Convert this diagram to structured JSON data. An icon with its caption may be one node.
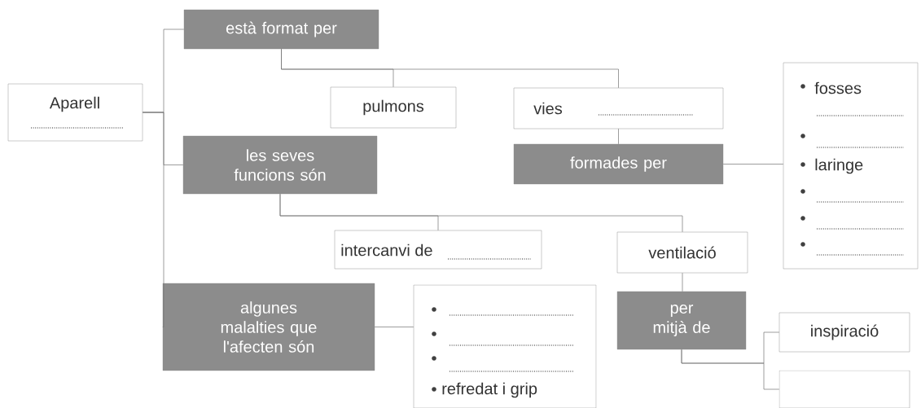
{
  "diagram": {
    "nodes": [
      {
        "text": [
          "Aparell"
        ]
      },
      {
        "text": [
          "està format per"
        ]
      },
      {
        "text": [
          "pulmons"
        ]
      },
      {
        "text": [
          "vies"
        ]
      },
      {
        "text": [
          "formades per"
        ]
      },
      {
        "text": [
          "fosses",
          "laringe"
        ]
      },
      {
        "text": [
          "les seves funcions són"
        ]
      },
      {
        "text": [
          "intercanvi de"
        ]
      },
      {
        "text": [
          "ventilació"
        ]
      },
      {
        "text": [
          "algunes malalties que l'afecten són"
        ]
      },
      {
        "text": [
          "refredat i grip"
        ]
      },
      {
        "text": [
          "per mitjà de"
        ]
      },
      {
        "text": [
          "inspiració"
        ]
      },
      {
        "text": [],
        "shape": "box"
      }
    ],
    "edges": [
      {
        "from": 0,
        "to": 1,
        "arrow": "none"
      },
      {
        "from": 0,
        "to": 6,
        "arrow": "none"
      },
      {
        "from": 0,
        "to": 9,
        "arrow": "none"
      },
      {
        "from": 1,
        "to": 2,
        "arrow": "none"
      },
      {
        "from": 1,
        "to": 3,
        "arrow": "none"
      },
      {
        "from": 3,
        "to": 4,
        "arrow": "none"
      },
      {
        "from": 4,
        "to": 5,
        "arrow": "none"
      },
      {
        "from": 6,
        "to": 7,
        "arrow": "none"
      },
      {
        "from": 6,
        "to": 8,
        "arrow": "none"
      },
      {
        "from": 9,
        "to": 10,
        "arrow": "none"
      },
      {
        "from": 8,
        "to": 11,
        "arrow": "none"
      },
      {
        "from": 11,
        "to": 12,
        "arrow": "none"
      },
      {
        "from": 11,
        "to": 13,
        "arrow": "none"
      }
    ]
  }
}
